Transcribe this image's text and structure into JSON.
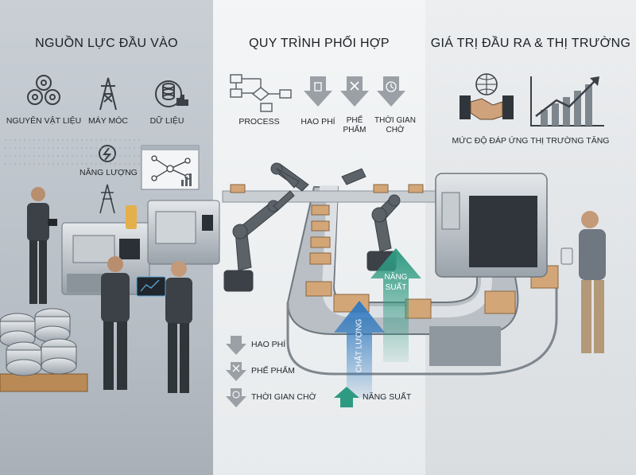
{
  "columns": {
    "inputs": {
      "title": "NGUỒN LỰC ĐẦU VÀO",
      "items": [
        "NGUYÊN VẬT LIỆU",
        "MÁY MÓC",
        "DỮ LIỆU",
        "NĂNG LƯỢNG"
      ]
    },
    "process": {
      "title": "QUY TRÌNH PHỐI HỢP",
      "items": [
        "PROCESS",
        "HAO PHÍ",
        "PHẾ\nPHẨM",
        "THỜI GIAN\nCHỜ"
      ]
    },
    "outputs": {
      "title": "GIÁ TRỊ ĐẦU RA & THỊ TRƯỜNG",
      "caption": "MỨC ĐỘ ĐÁP ỨNG THỊ TRƯỜNG TĂNG"
    }
  },
  "flow_arrows": {
    "productivity": "NĂNG SUẤT",
    "quality": "CHẤT LƯỢNG"
  },
  "legend": {
    "items": [
      "HAO PHÍ",
      "PHẾ PHẨM",
      "THỜI GIAN CHỜ",
      "NĂNG SUẤT"
    ]
  },
  "colors": {
    "arrow_teal": "#2f9a82",
    "arrow_blue": "#2f79c0",
    "grey_arrow": "#9aa0a6"
  }
}
